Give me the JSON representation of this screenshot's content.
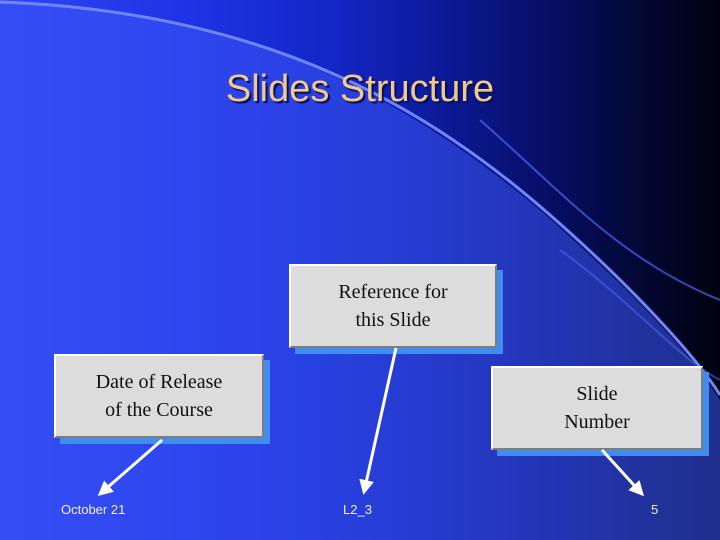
{
  "slide": {
    "title": "Slides Structure",
    "callouts": {
      "reference": "Reference for\nthis Slide",
      "date": "Date of Release\nof the Course",
      "number": "Slide\nNumber"
    },
    "footer": {
      "date": "October 21",
      "reference": "L2_3",
      "number": "5"
    }
  }
}
